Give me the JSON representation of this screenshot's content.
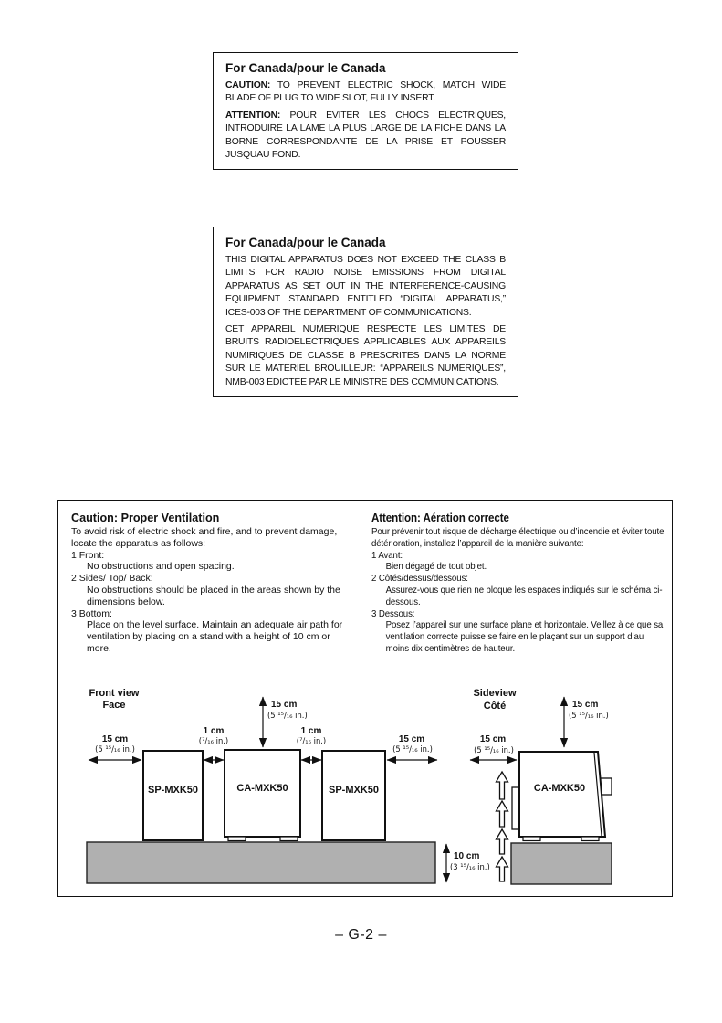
{
  "canada_box1": {
    "title": "For Canada/pour le Canada",
    "caution_label": "CAUTION:",
    "caution_text": "TO PREVENT ELECTRIC SHOCK, MATCH WIDE BLADE OF PLUG TO WIDE SLOT, FULLY INSERT.",
    "attention_label": "ATTENTION:",
    "attention_text": "POUR EVITER LES CHOCS ELECTRIQUES, INTRODUIRE LA LAME LA PLUS LARGE DE LA FICHE DANS LA BORNE CORRESPONDANTE DE LA PRISE ET POUSSER JUSQUAU FOND."
  },
  "canada_box2": {
    "title": "For Canada/pour le Canada",
    "english": "THIS DIGITAL APPARATUS DOES NOT EXCEED THE CLASS B LIMITS FOR RADIO NOISE EMISSIONS FROM DIGITAL APPARATUS AS SET OUT IN THE INTERFERENCE-CAUSING EQUIPMENT STANDARD ENTITLED “DIGITAL APPARATUS,” ICES-003 OF THE DEPARTMENT OF COMMUNICATIONS.",
    "french": "CET APPAREIL NUMERIQUE RESPECTE LES LIMITES DE BRUITS RADIOELECTRIQUES APPLICABLES AUX APPAREILS NUMIRIQUES DE CLASSE B PRESCRITES DANS LA NORME SUR LE MATERIEL BROUILLEUR: “APPAREILS NUMERIQUES”, NMB-003 EDICTEE PAR LE MINISTRE DES COMMUNICATIONS."
  },
  "ventilation": {
    "en": {
      "title": "Caution: Proper Ventilation",
      "intro": "To avoid risk of electric shock and fire, and to prevent damage, locate the apparatus as follows:",
      "items": [
        {
          "label": "1 Front:",
          "text": "No obstructions and open spacing."
        },
        {
          "label": "2 Sides/ Top/ Back:",
          "text": "No obstructions should be placed in the areas shown by the dimensions below."
        },
        {
          "label": "3 Bottom:",
          "text": "Place on the level surface. Maintain an adequate air path for ventilation by placing on a stand with a height of 10 cm or more."
        }
      ]
    },
    "fr": {
      "title": "Attention: Aération correcte",
      "intro": "Pour prévenir tout risque de décharge électrique ou d’incendie et éviter toute détérioration, installez l’appareil de la manière suivante:",
      "items": [
        {
          "label": "1 Avant:",
          "text": "Bien dégagé de tout objet."
        },
        {
          "label": "2 Côtés/dessus/dessous:",
          "text": "Assurez-vous que rien ne bloque les espaces indiqués sur le schéma ci-dessous."
        },
        {
          "label": "3 Dessous:",
          "text": "Posez l’appareil sur une surface plane et horizontale. Veillez à ce que sa ventilation correcte puisse se faire en le plaçant sur un support d’au moins dix centimètres de hauteur."
        }
      ]
    }
  },
  "diagram": {
    "front_view_en": "Front view",
    "front_view_fr": "Face",
    "side_view_en": "Sideview",
    "side_view_fr": "Côté",
    "left_speaker": "SP-MXK50",
    "center_unit": "CA-MXK50",
    "right_speaker": "SP-MXK50",
    "side_unit": "CA-MXK50",
    "dims": {
      "d15_metric": "15 cm",
      "d15_imp": "(5 ¹⁵/₁₆ in.)",
      "d1_metric": "1 cm",
      "d1_imp": "(⁷/₁₆ in.)",
      "d10_metric": "10 cm",
      "d10_imp": "(3 ¹⁵/₁₆ in.)"
    },
    "colors": {
      "platform_gray": "#b0b0b0",
      "line_black": "#111111"
    }
  },
  "footer": {
    "page_number": "– G-2 –"
  }
}
